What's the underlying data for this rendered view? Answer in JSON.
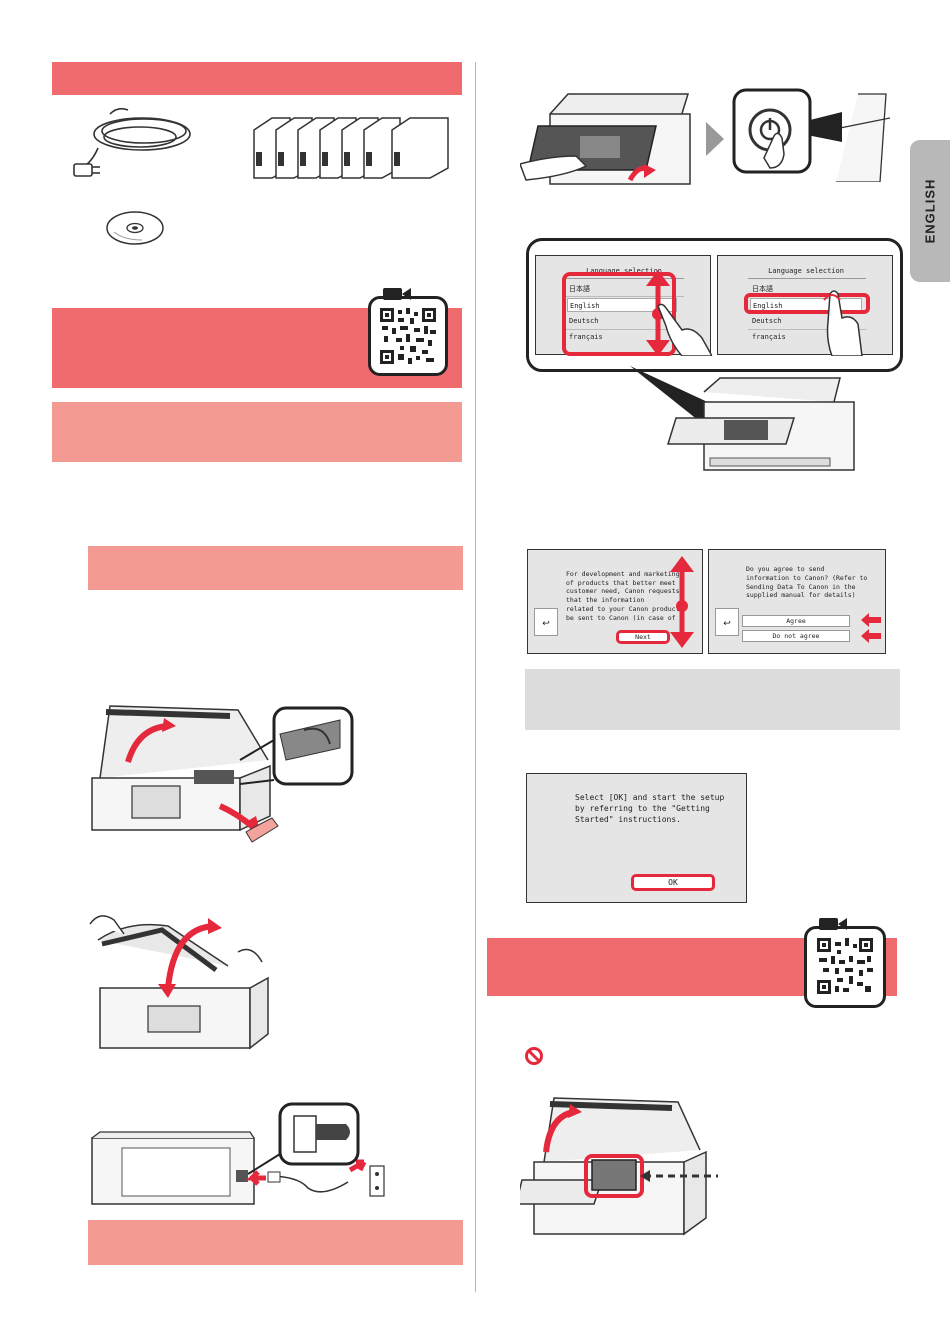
{
  "side_tab": {
    "label": "ENGLISH"
  },
  "language_selection": {
    "left": {
      "title": "Language selection",
      "items": [
        "日本語",
        "English",
        "Deutsch",
        "français"
      ]
    },
    "right": {
      "title": "Language selection",
      "items": [
        "日本語",
        "English",
        "Deutsch",
        "français"
      ]
    }
  },
  "dev_dialog": {
    "text": [
      "For development and marketing",
      "of products that better meet",
      "customer need, Canon requests",
      "that the information",
      "related to your Canon product,",
      "be sent to Canon (in case of"
    ],
    "next_button": "Next"
  },
  "agree_dialog": {
    "text": [
      "Do you agree to send",
      "information to Canon? (Refer to",
      "Sending Data To Canon in the",
      "supplied manual for details)"
    ],
    "agree_button": "Agree",
    "disagree_button": "Do not agree"
  },
  "ok_dialog": {
    "text": [
      "Select [OK] and start the setup",
      "by referring to the \"Getting",
      "Started\" instructions."
    ],
    "ok_button": "OK"
  },
  "colors": {
    "accent_red": "#e5283b",
    "bar_red": "#f06b6e",
    "bar_pink": "#f39a92",
    "bar_grey": "#dcdcdc"
  }
}
